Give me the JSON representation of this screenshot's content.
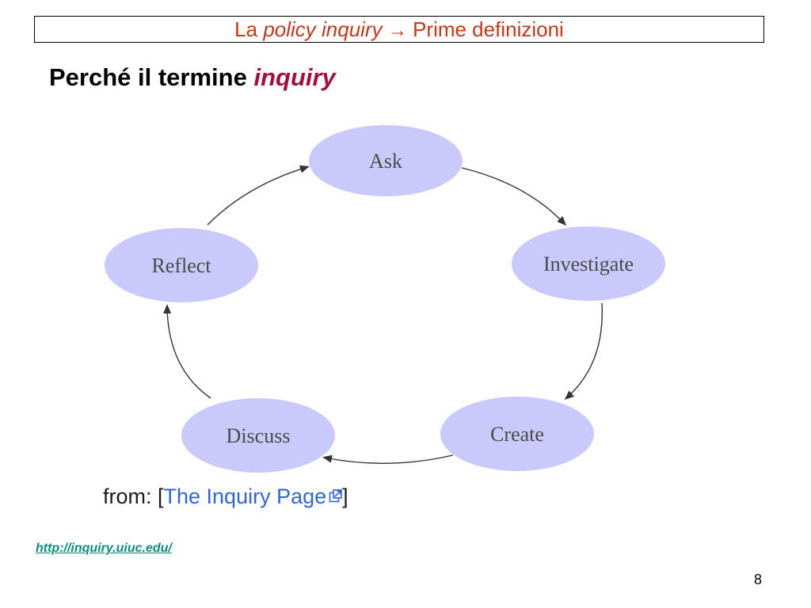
{
  "slide": {
    "title": {
      "prefix": "La ",
      "emphasis": "policy inquiry",
      "arrow": "→",
      "suffix": " Prime definizioni",
      "color": "#c0391b"
    },
    "heading": {
      "text": "Perché il termine ",
      "emphasis": "inquiry",
      "emphasis_color": "#a0123c"
    },
    "diagram": {
      "node_color": "#c9c9fb",
      "label_color": "#4a4a4a",
      "arrow_color": "#333333",
      "nodes": [
        {
          "id": "ask",
          "label": "Ask"
        },
        {
          "id": "investigate",
          "label": "Investigate"
        },
        {
          "id": "create",
          "label": "Create"
        },
        {
          "id": "discuss",
          "label": "Discuss"
        },
        {
          "id": "reflect",
          "label": "Reflect"
        }
      ],
      "edges": [
        {
          "from": "ask",
          "to": "investigate"
        },
        {
          "from": "investigate",
          "to": "create"
        },
        {
          "from": "create",
          "to": "discuss"
        },
        {
          "from": "discuss",
          "to": "reflect"
        },
        {
          "from": "reflect",
          "to": "ask"
        }
      ]
    },
    "credit": {
      "prefix": "from: [",
      "link_text": "The Inquiry Page",
      "suffix": "]",
      "link_color": "#3366cc",
      "icon": "external-link-icon"
    },
    "source_url": {
      "text": "http://inquiry.uiuc.edu/",
      "color": "#0e8a7d"
    },
    "page_number": "8"
  }
}
